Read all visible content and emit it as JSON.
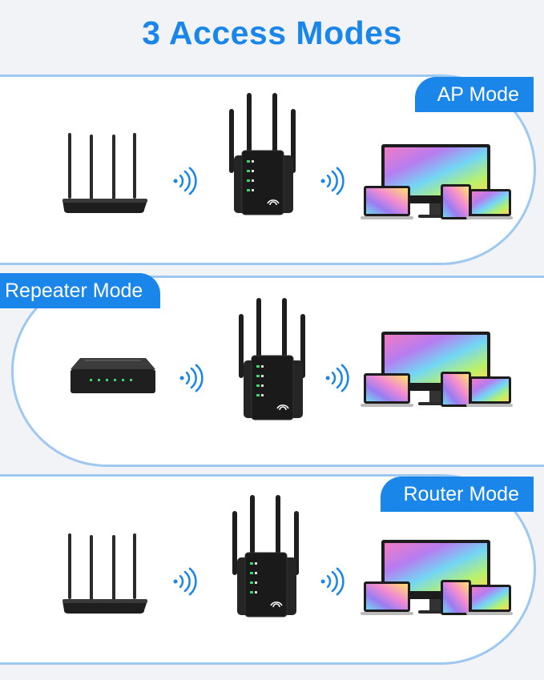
{
  "title": "3 Access Modes",
  "modes": [
    {
      "label": "AP Mode",
      "source": "router"
    },
    {
      "label": "Repeater Mode",
      "source": "switch"
    },
    {
      "label": "Router Mode",
      "source": "router"
    }
  ],
  "extender": {
    "badge_text": "WiFi"
  },
  "icons": [
    "router-icon",
    "switch-icon",
    "wifi-signal-icon",
    "wifi-extender-icon",
    "devices-icon"
  ],
  "colors": {
    "accent": "#1a86ea",
    "panel_border": "#9dc8f2",
    "background": "#f2f3f7"
  }
}
